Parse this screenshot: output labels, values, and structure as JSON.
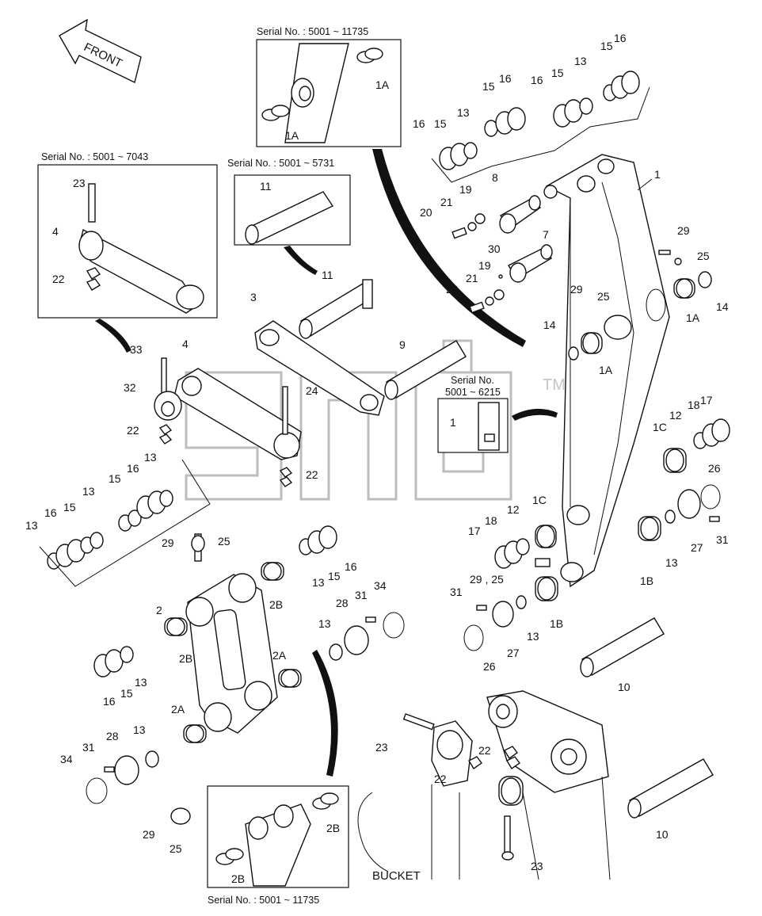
{
  "front_label": "FRONT",
  "bucket_label": "BUCKET",
  "trademark": "TM",
  "watermark_text": "jnd",
  "serial_captions": {
    "top_center": "Serial No. : 5001 ~ 11735",
    "left_box": "Serial No. : 5001 ~ 7043",
    "pin_box": "Serial No. : 5001 ~ 5731",
    "small_box_line1": "Serial No.",
    "small_box_line2": "5001 ~ 6215",
    "bottom_box": "Serial No. : 5001 ~ 11735"
  },
  "part_labels": {
    "p1": "1",
    "p1a": "1A",
    "p1b": "1B",
    "p1c": "1C",
    "p2": "2",
    "p2a": "2A",
    "p2b": "2B",
    "p3": "3",
    "p4": "4",
    "p7": "7",
    "p8": "8",
    "p9": "9",
    "p10": "10",
    "p11": "11",
    "p12": "12",
    "p13": "13",
    "p14": "14",
    "p15": "15",
    "p16": "16",
    "p17": "17",
    "p18": "18",
    "p19": "19",
    "p20": "20",
    "p21": "21",
    "p22": "22",
    "p23": "23",
    "p24": "24",
    "p25": "25",
    "p26": "26",
    "p27": "27",
    "p28": "28",
    "p29": "29",
    "p29_25": "29 , 25",
    "p30": "30",
    "p31": "31",
    "p32": "32",
    "p33": "33",
    "p34": "34"
  }
}
